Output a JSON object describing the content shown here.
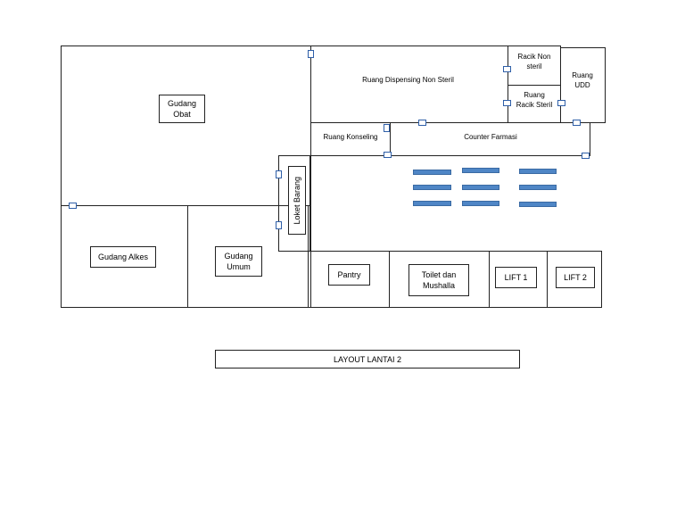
{
  "rooms": {
    "gudang_obat": "Gudang\nObat",
    "gudang_alkes": "Gudang Alkes",
    "gudang_umum": "Gudang\nUmum",
    "loket_barang": "Loket Barang",
    "ruang_dispensing": "Ruang Dispensing Non Steril",
    "racik_non_steril": "Racik Non\nsteril",
    "ruang_racik_steril": "Ruang\nRacik Steril",
    "ruang_udd": "Ruang\nUDD",
    "ruang_konseling": "Ruang Konseling",
    "counter_farmasi": "Counter Farmasi",
    "pantry": "Pantry",
    "toilet_mushalla": "Toilet dan\nMushalla",
    "lift1": "LIFT 1",
    "lift2": "LIFT 2"
  },
  "caption": "LAYOUT LANTAI 2",
  "colors": {
    "door": "#2f5fa8",
    "table": "#4f86c6"
  }
}
